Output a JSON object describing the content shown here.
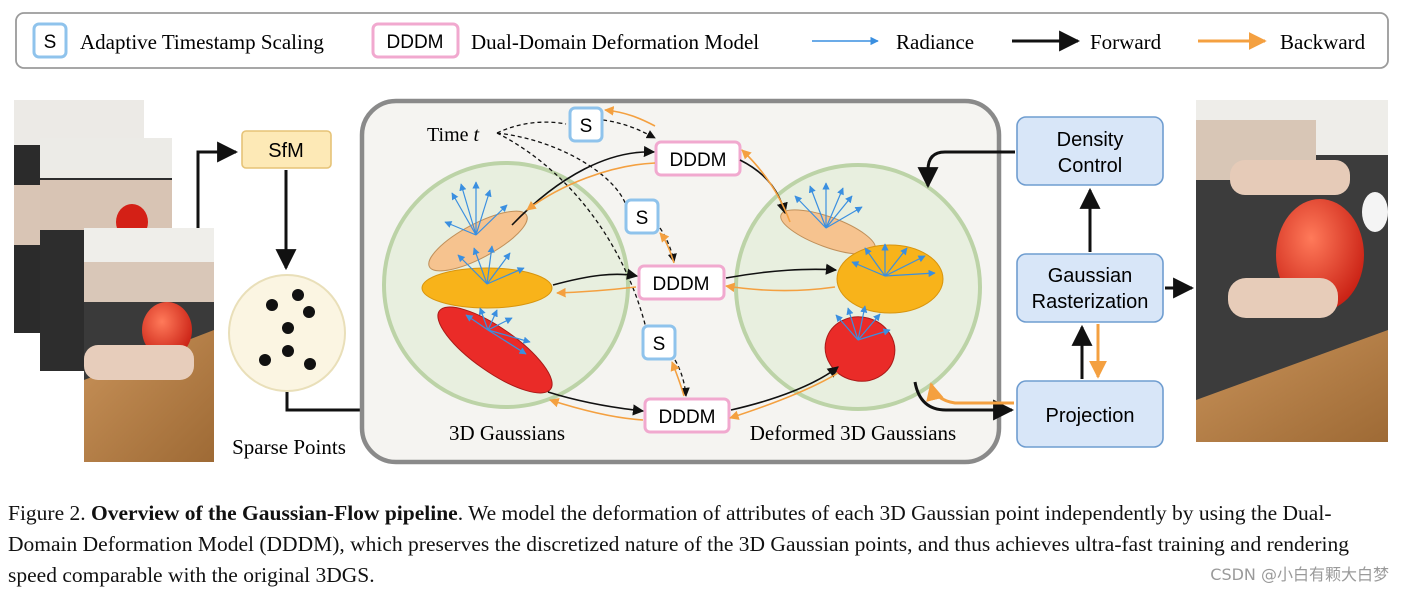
{
  "legend": {
    "s_symbol": "S",
    "s_label": "Adaptive Timestamp Scaling",
    "dddm_symbol": "DDDM",
    "dddm_label": "Dual-Domain Deformation Model",
    "radiance_label": "Radiance",
    "forward_label": "Forward",
    "backward_label": "Backward"
  },
  "colors": {
    "radiance": "#3a8fe0",
    "forward": "#111111",
    "backward": "#f4a040",
    "s_border": "#8fc3ec",
    "dddm_border": "#f1a9cf",
    "module_fill": "#d8e6f8",
    "module_border": "#6f9dd0",
    "sfm_fill": "#fde9b6",
    "sparse_fill": "#fbf5e2",
    "sphere_fill": "#e8efdf",
    "sphere_border": "#bcd3a7",
    "ellipse_orange": "#f6c38f",
    "ellipse_yellow": "#f8b31a",
    "ellipse_red": "#ea2b28"
  },
  "diagram": {
    "sfm_label": "SfM",
    "sparse_points_label": "Sparse Points",
    "time_label": "Time",
    "time_symbol": "t",
    "s_node_label": "S",
    "dddm_node_label": "DDDM",
    "gaussians_label": "3D Gaussians",
    "deformed_label": "Deformed 3D Gaussians",
    "density_control_label": [
      "Density",
      "Control"
    ],
    "rasterization_label": [
      "Gaussian",
      "Rasterization"
    ],
    "projection_label": "Projection"
  },
  "caption": {
    "prefix": "Figure 2.",
    "title": "Overview of the Gaussian-Flow pipeline",
    "body": ". We model the deformation of attributes of each 3D Gaussian point independently by using the Dual-Domain Deformation Model (DDDM), which preserves the discretized nature of the 3D Gaussian points, and thus achieves ultra-fast training and rendering speed comparable with the original 3DGS."
  },
  "watermark": "CSDN @小白有颗大白梦"
}
